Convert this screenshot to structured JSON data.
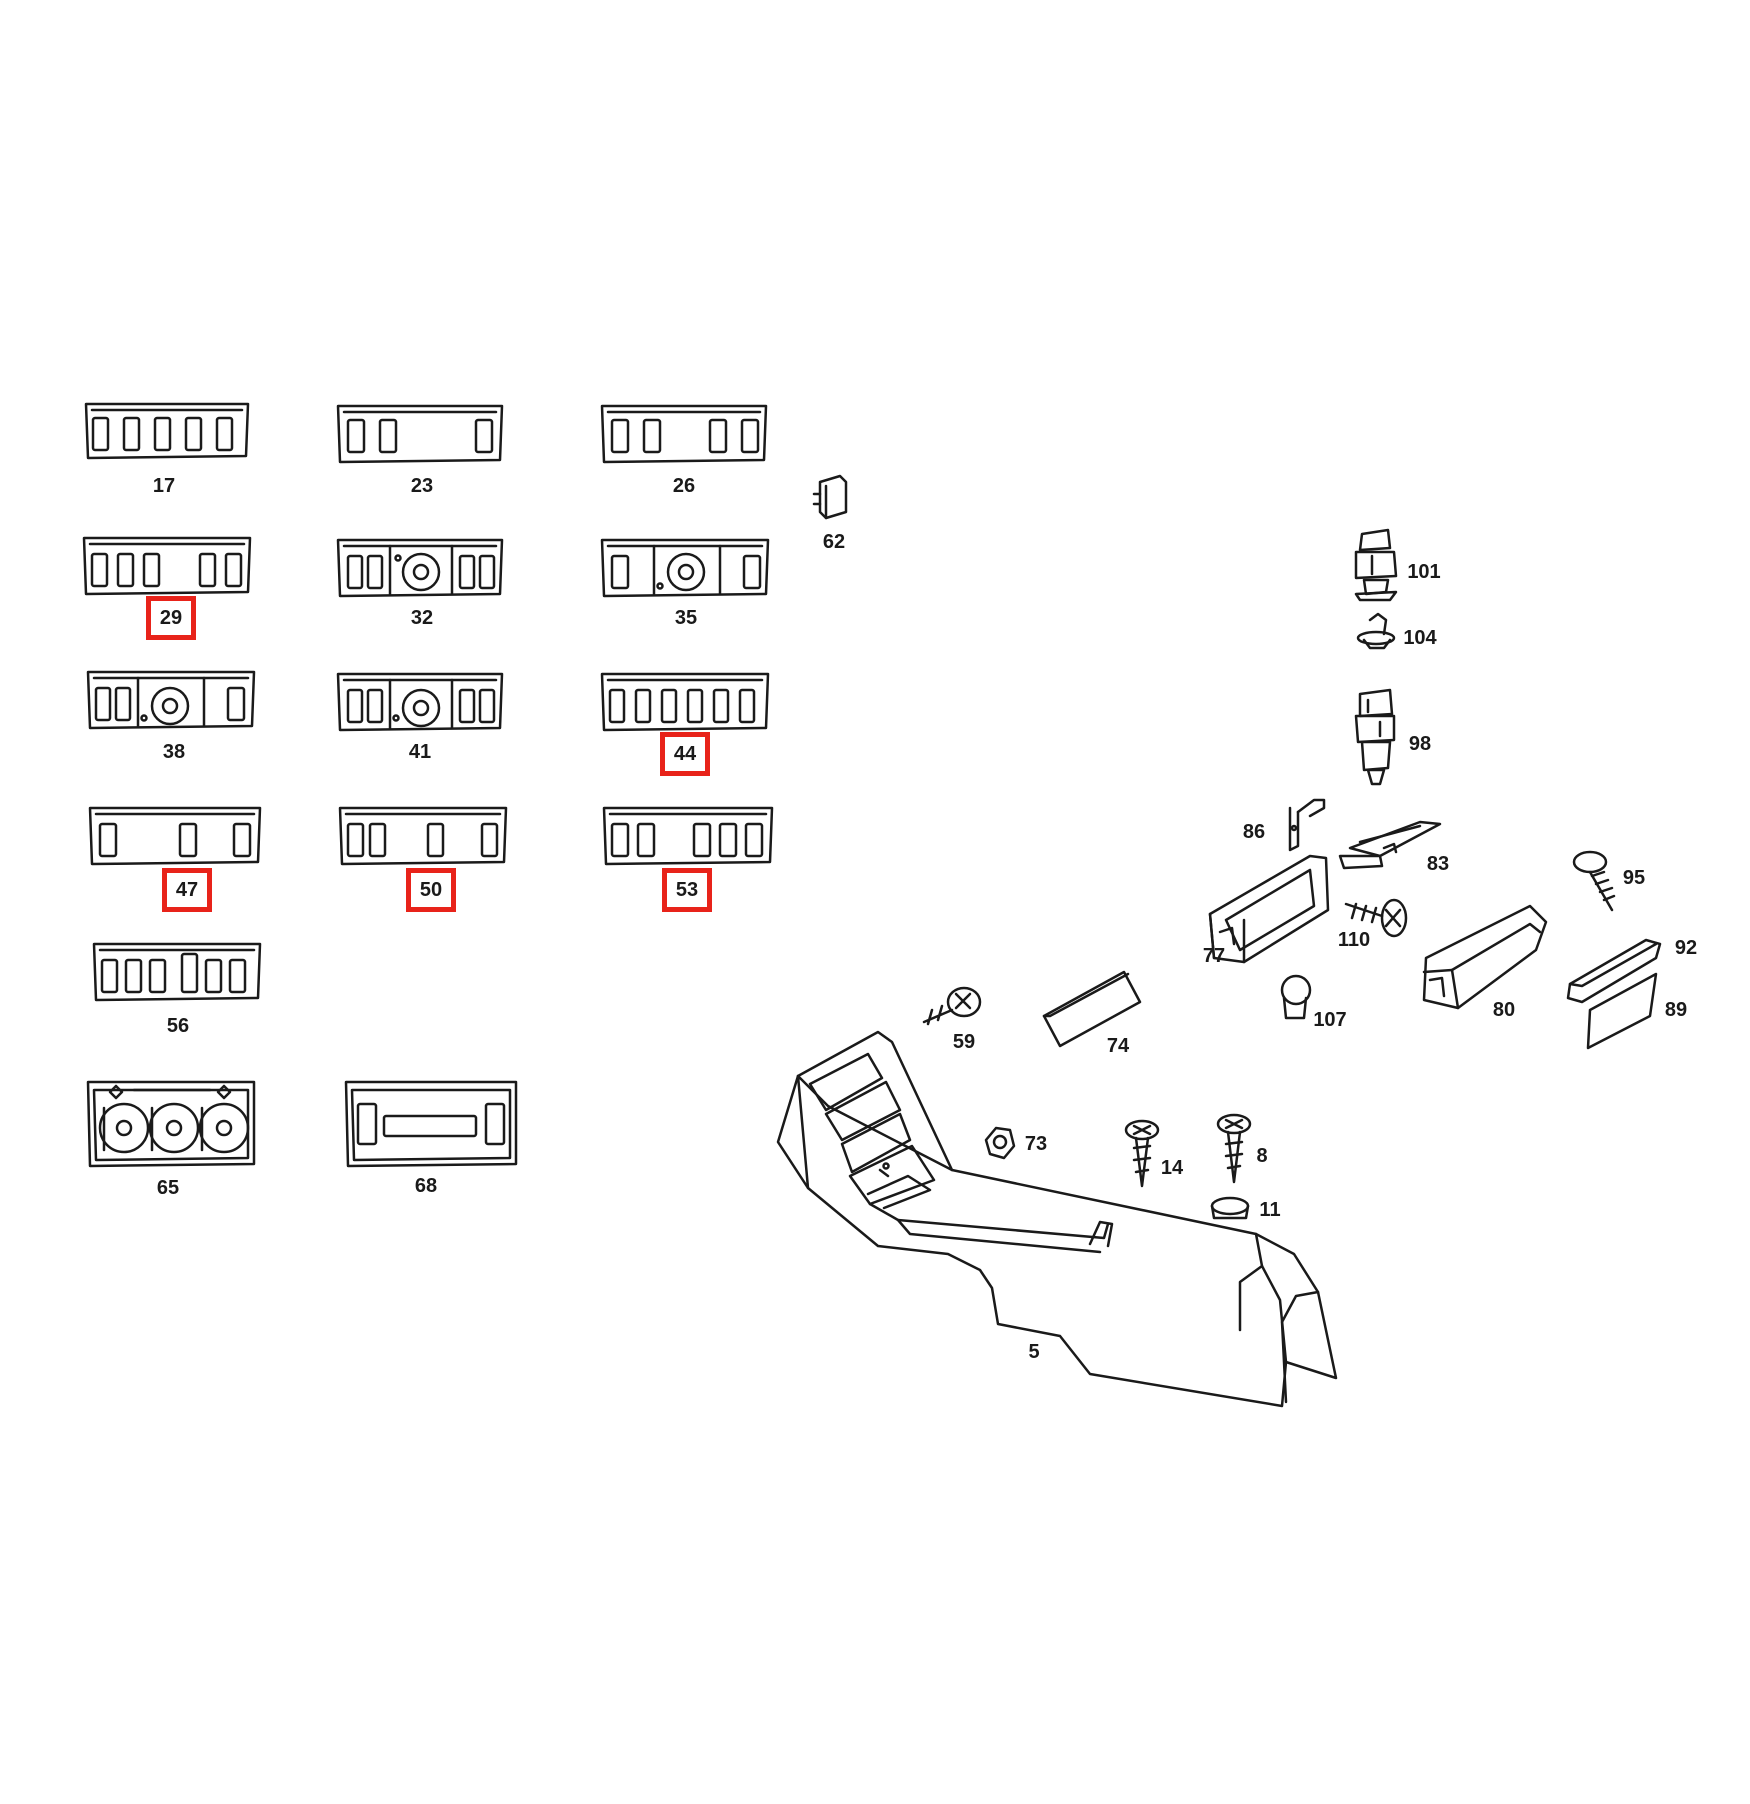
{
  "diagram": {
    "highlight_color": "#e8231a",
    "line_color": "#1a1a1a",
    "parts": [
      {
        "id": "p17",
        "label": "17",
        "highlighted": false
      },
      {
        "id": "p23",
        "label": "23",
        "highlighted": false
      },
      {
        "id": "p26",
        "label": "26",
        "highlighted": false
      },
      {
        "id": "p62",
        "label": "62",
        "highlighted": false
      },
      {
        "id": "p29",
        "label": "29",
        "highlighted": true
      },
      {
        "id": "p32",
        "label": "32",
        "highlighted": false
      },
      {
        "id": "p35",
        "label": "35",
        "highlighted": false
      },
      {
        "id": "p38",
        "label": "38",
        "highlighted": false
      },
      {
        "id": "p41",
        "label": "41",
        "highlighted": false
      },
      {
        "id": "p44",
        "label": "44",
        "highlighted": true
      },
      {
        "id": "p47",
        "label": "47",
        "highlighted": true
      },
      {
        "id": "p50",
        "label": "50",
        "highlighted": true
      },
      {
        "id": "p53",
        "label": "53",
        "highlighted": true
      },
      {
        "id": "p56",
        "label": "56",
        "highlighted": false
      },
      {
        "id": "p65",
        "label": "65",
        "highlighted": false
      },
      {
        "id": "p68",
        "label": "68",
        "highlighted": false
      },
      {
        "id": "p101",
        "label": "101",
        "highlighted": false
      },
      {
        "id": "p104",
        "label": "104",
        "highlighted": false
      },
      {
        "id": "p98",
        "label": "98",
        "highlighted": false
      },
      {
        "id": "p86",
        "label": "86",
        "highlighted": false
      },
      {
        "id": "p83",
        "label": "83",
        "highlighted": false
      },
      {
        "id": "p95",
        "label": "95",
        "highlighted": false
      },
      {
        "id": "p110",
        "label": "110",
        "highlighted": false
      },
      {
        "id": "p77",
        "label": "77",
        "highlighted": false
      },
      {
        "id": "p92",
        "label": "92",
        "highlighted": false
      },
      {
        "id": "p80",
        "label": "80",
        "highlighted": false
      },
      {
        "id": "p89",
        "label": "89",
        "highlighted": false
      },
      {
        "id": "p107",
        "label": "107",
        "highlighted": false
      },
      {
        "id": "p59",
        "label": "59",
        "highlighted": false
      },
      {
        "id": "p74",
        "label": "74",
        "highlighted": false
      },
      {
        "id": "p73",
        "label": "73",
        "highlighted": false
      },
      {
        "id": "p14",
        "label": "14",
        "highlighted": false
      },
      {
        "id": "p8",
        "label": "8",
        "highlighted": false
      },
      {
        "id": "p11",
        "label": "11",
        "highlighted": false
      },
      {
        "id": "p5",
        "label": "5",
        "highlighted": false
      }
    ]
  }
}
